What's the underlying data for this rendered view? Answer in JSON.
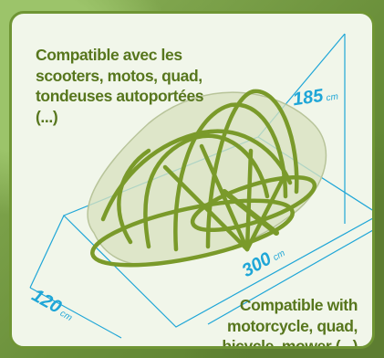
{
  "text_fr": "Compatible avec les\nscooters, motos, quad,\ntondeuses autoportées\n(...)",
  "text_en": "Compatible  with\nmotorcycle, quad,\nbicycle, mower (...)",
  "dimensions": {
    "height": {
      "value": "185",
      "unit": "cm"
    },
    "length": {
      "value": "300",
      "unit": "cm"
    },
    "width": {
      "value": "120",
      "unit": "cm"
    }
  },
  "colors": {
    "frame": "#7a9a2a",
    "cover": "#d9e2bf",
    "dimension_lines": "#1fa6d7",
    "text": "#57761d",
    "border": "#6f9534"
  }
}
